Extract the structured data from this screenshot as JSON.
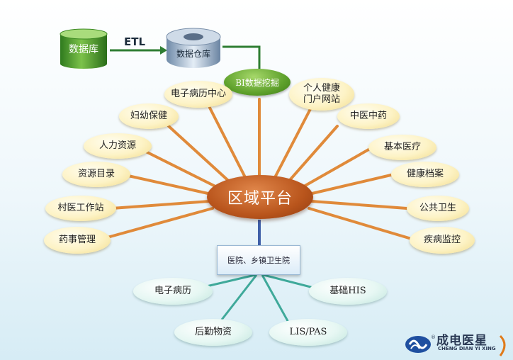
{
  "source": {
    "database": "数据库",
    "etl": "ETL",
    "warehouse": "数据仓库"
  },
  "mining": "BI数据挖掘",
  "center": "区域平台",
  "hospital": "医院、乡镇卫生院",
  "upper_nodes": [
    {
      "label": "电子病历中心"
    },
    {
      "label": "个人健康门户网站"
    },
    {
      "label": "妇幼保健"
    },
    {
      "label": "中医中药"
    },
    {
      "label": "人力资源"
    },
    {
      "label": "基本医疗"
    },
    {
      "label": "资源目录"
    },
    {
      "label": "健康档案"
    },
    {
      "label": "村医工作站"
    },
    {
      "label": "公共卫生"
    },
    {
      "label": "药事管理"
    },
    {
      "label": "疾病监控"
    }
  ],
  "lower_nodes": [
    {
      "label": "电子病历"
    },
    {
      "label": "基础HIS"
    },
    {
      "label": "后勤物资"
    },
    {
      "label": "LIS/PAS"
    }
  ],
  "logo": {
    "cn": "成电医星",
    "en": "CHENG DIAN YI XING",
    "registered": "®"
  },
  "colors": {
    "orange_line": "#e08a3a",
    "teal_line": "#3fa99a",
    "green_arrow": "#2e7d32",
    "blue_connector": "#3f5fa8"
  }
}
